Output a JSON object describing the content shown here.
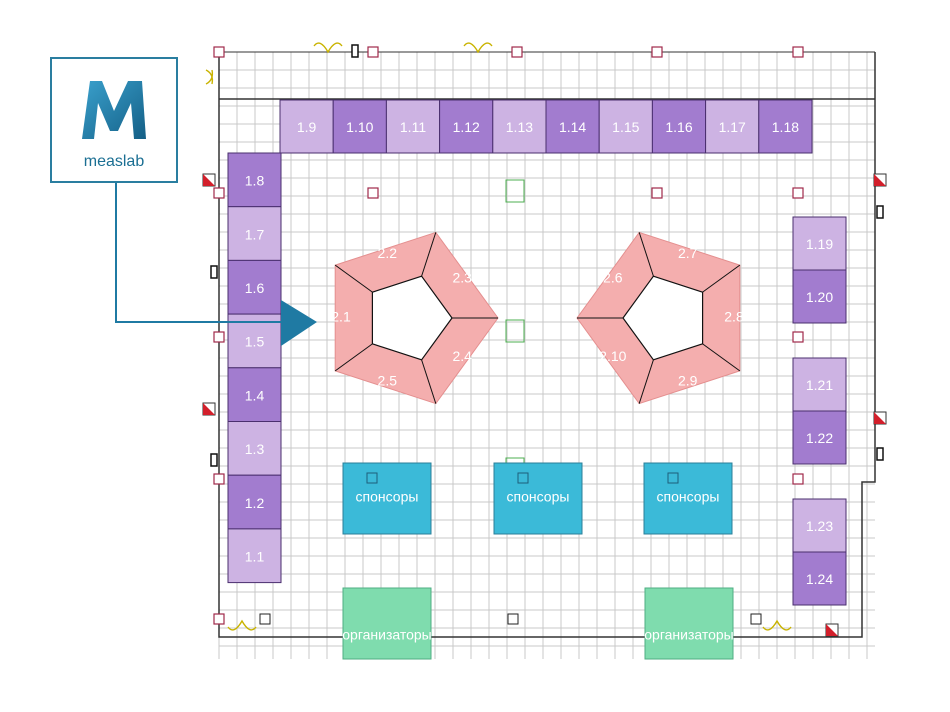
{
  "brand": {
    "name": "measlab",
    "logo_letter": "M",
    "color": "#1f7aa3"
  },
  "colors": {
    "booth_light": "#cdb3e3",
    "booth_dark": "#a27ccf",
    "booth_stroke": "#4a2f6e",
    "pentagon_fill": "#f4aeae",
    "sponsor_fill": "#3bbad8",
    "organizer_fill": "#7fdcae",
    "grid": "#c9c9c9",
    "arrow": "#1f7aa3"
  },
  "booths_top": [
    "1.9",
    "1.10",
    "1.11",
    "1.12",
    "1.13",
    "1.14",
    "1.15",
    "1.16",
    "1.17",
    "1.18"
  ],
  "booths_left": [
    "1.8",
    "1.7",
    "1.6",
    "1.5",
    "1.4",
    "1.3",
    "1.2",
    "1.1"
  ],
  "booths_right": [
    "1.19",
    "1.20",
    "1.21",
    "1.22",
    "1.23",
    "1.24"
  ],
  "pentagon_left": [
    "2.1",
    "2.2",
    "2.3",
    "2.4",
    "2.5"
  ],
  "pentagon_right": [
    "2.6",
    "2.7",
    "2.8",
    "2.9",
    "2.10"
  ],
  "sponsors": [
    "спонсоры",
    "спонсоры",
    "спонсоры"
  ],
  "organizers": [
    "организаторы",
    "организаторы"
  ]
}
